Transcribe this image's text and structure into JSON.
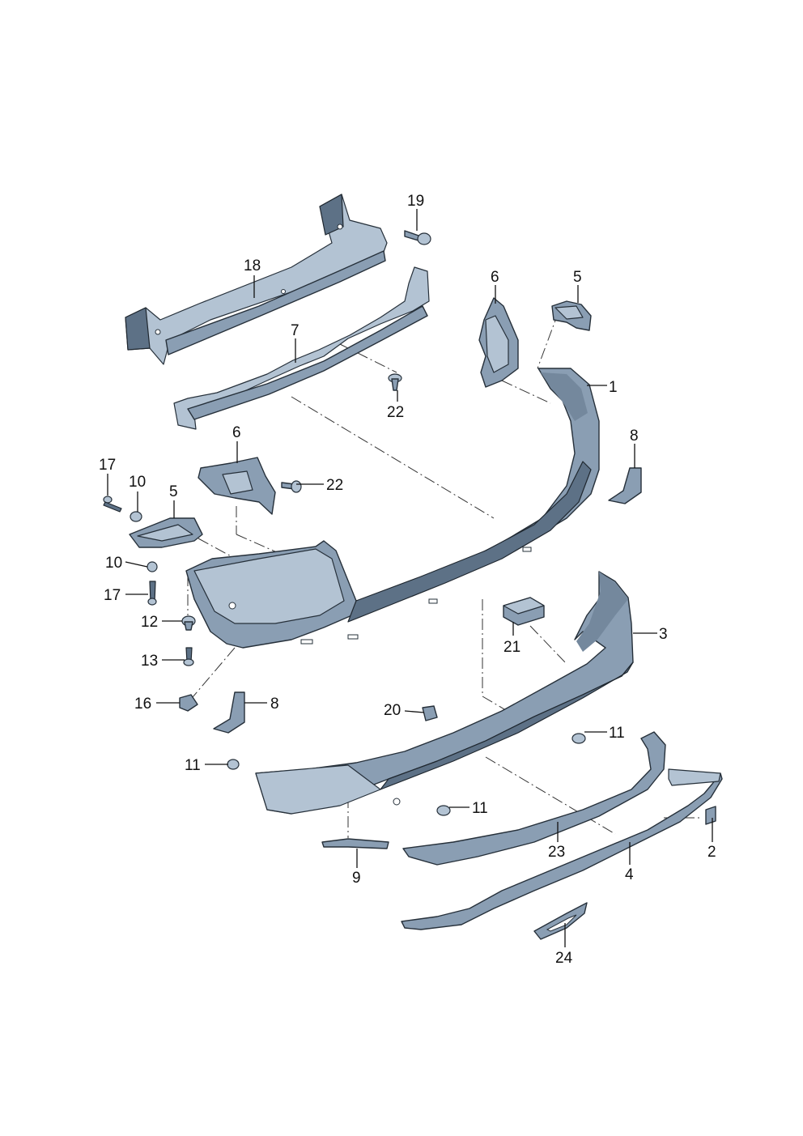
{
  "diagram": {
    "labels": {
      "l1": "1",
      "l2": "2",
      "l3": "3",
      "l4": "4",
      "l5a": "5",
      "l5b": "5",
      "l6a": "6",
      "l6b": "6",
      "l7": "7",
      "l8a": "8",
      "l8b": "8",
      "l9": "9",
      "l10a": "10",
      "l10b": "10",
      "l11a": "11",
      "l11b": "11",
      "l11c": "11",
      "l12": "12",
      "l13": "13",
      "l16": "16",
      "l17a": "17",
      "l17b": "17",
      "l18": "18",
      "l19": "19",
      "l20": "20",
      "l21": "21",
      "l22a": "22",
      "l22b": "22",
      "l23": "23",
      "l24": "24"
    }
  }
}
